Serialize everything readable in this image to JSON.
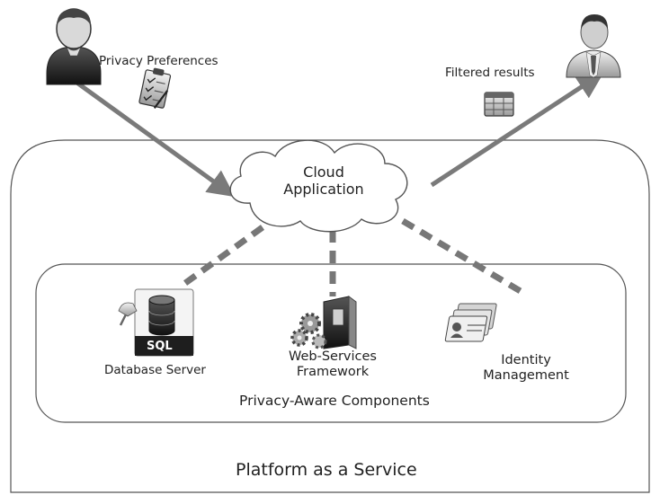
{
  "labels": {
    "privacy_preferences": "Privacy Preferences",
    "filtered_results": "Filtered results",
    "cloud_line1": "Cloud",
    "cloud_line2": "Application",
    "platform": "Platform as a Service",
    "components": "Privacy-Aware Components",
    "database_server": "Database Server",
    "sql_badge": "SQL",
    "web_services_line1": "Web-Services",
    "web_services_line2": "Framework",
    "identity_line1": "Identity",
    "identity_line2": "Management"
  },
  "icons": {
    "data_owner": "user-icon",
    "preferences": "clipboard-checklist-icon",
    "consumer": "businessman-icon",
    "results": "spreadsheet-icon",
    "database": "sql-database-icon",
    "web_services": "server-gears-icon",
    "identity": "id-cards-icon"
  },
  "colors": {
    "arrow": "#7a7a7a",
    "dashed_link": "#777777",
    "outline": "#555555"
  }
}
